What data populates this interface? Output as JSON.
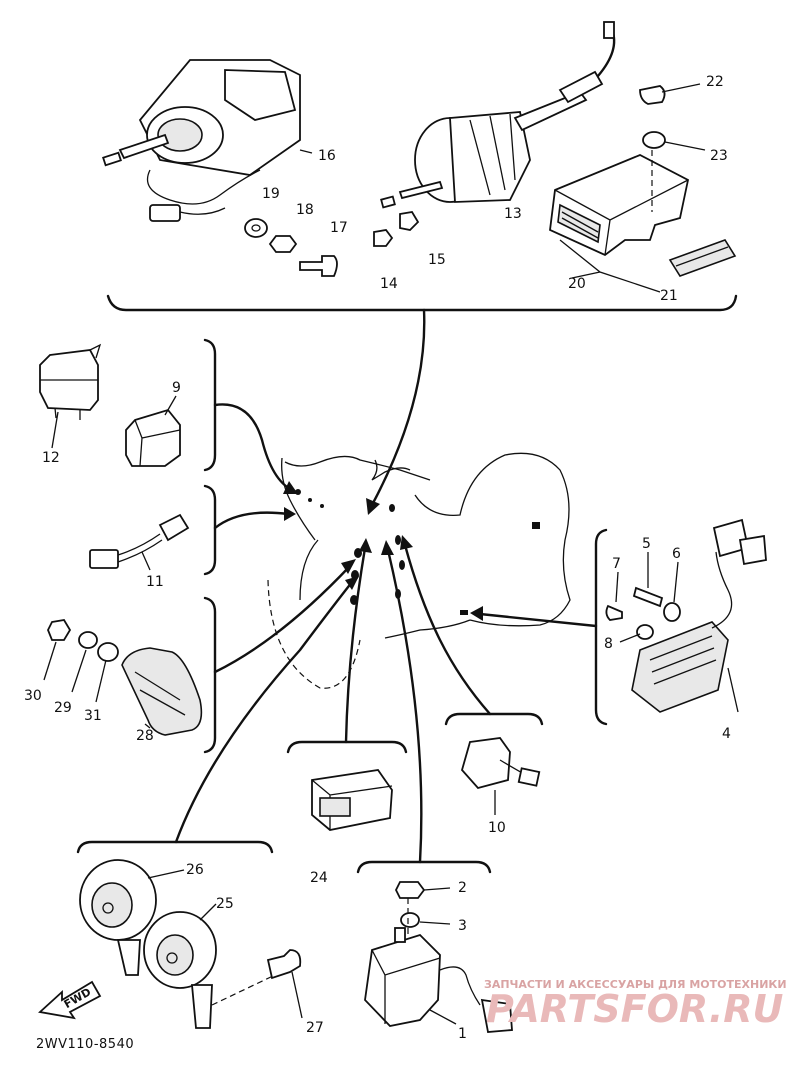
{
  "parts": [
    {
      "id": "p1",
      "label": "1"
    },
    {
      "id": "p2",
      "label": "2"
    },
    {
      "id": "p3",
      "label": "3"
    },
    {
      "id": "p4",
      "label": "4"
    },
    {
      "id": "p5",
      "label": "5"
    },
    {
      "id": "p6",
      "label": "6"
    },
    {
      "id": "p7",
      "label": "7"
    },
    {
      "id": "p8",
      "label": "8"
    },
    {
      "id": "p9",
      "label": "9"
    },
    {
      "id": "p10",
      "label": "10"
    },
    {
      "id": "p11",
      "label": "11"
    },
    {
      "id": "p12",
      "label": "12"
    },
    {
      "id": "p13",
      "label": "13"
    },
    {
      "id": "p14",
      "label": "14"
    },
    {
      "id": "p15",
      "label": "15"
    },
    {
      "id": "p16",
      "label": "16"
    },
    {
      "id": "p17",
      "label": "17"
    },
    {
      "id": "p18",
      "label": "18"
    },
    {
      "id": "p19",
      "label": "19"
    },
    {
      "id": "p20",
      "label": "20"
    },
    {
      "id": "p21",
      "label": "21"
    },
    {
      "id": "p22",
      "label": "22"
    },
    {
      "id": "p23",
      "label": "23"
    },
    {
      "id": "p24",
      "label": "24"
    },
    {
      "id": "p25",
      "label": "25"
    },
    {
      "id": "p26",
      "label": "26"
    },
    {
      "id": "p27",
      "label": "27"
    },
    {
      "id": "p28",
      "label": "28"
    },
    {
      "id": "p29",
      "label": "29"
    },
    {
      "id": "p30",
      "label": "30"
    },
    {
      "id": "p31",
      "label": "31"
    }
  ],
  "diagram_code": "2WV110-8540",
  "fwd_label": "FWD",
  "watermark": {
    "tagline": "ЗАПЧАСТИ И АКСЕССУАРЫ ДЛЯ МОТОТЕХНИКИ",
    "site": "PARTSFOR.RU"
  }
}
